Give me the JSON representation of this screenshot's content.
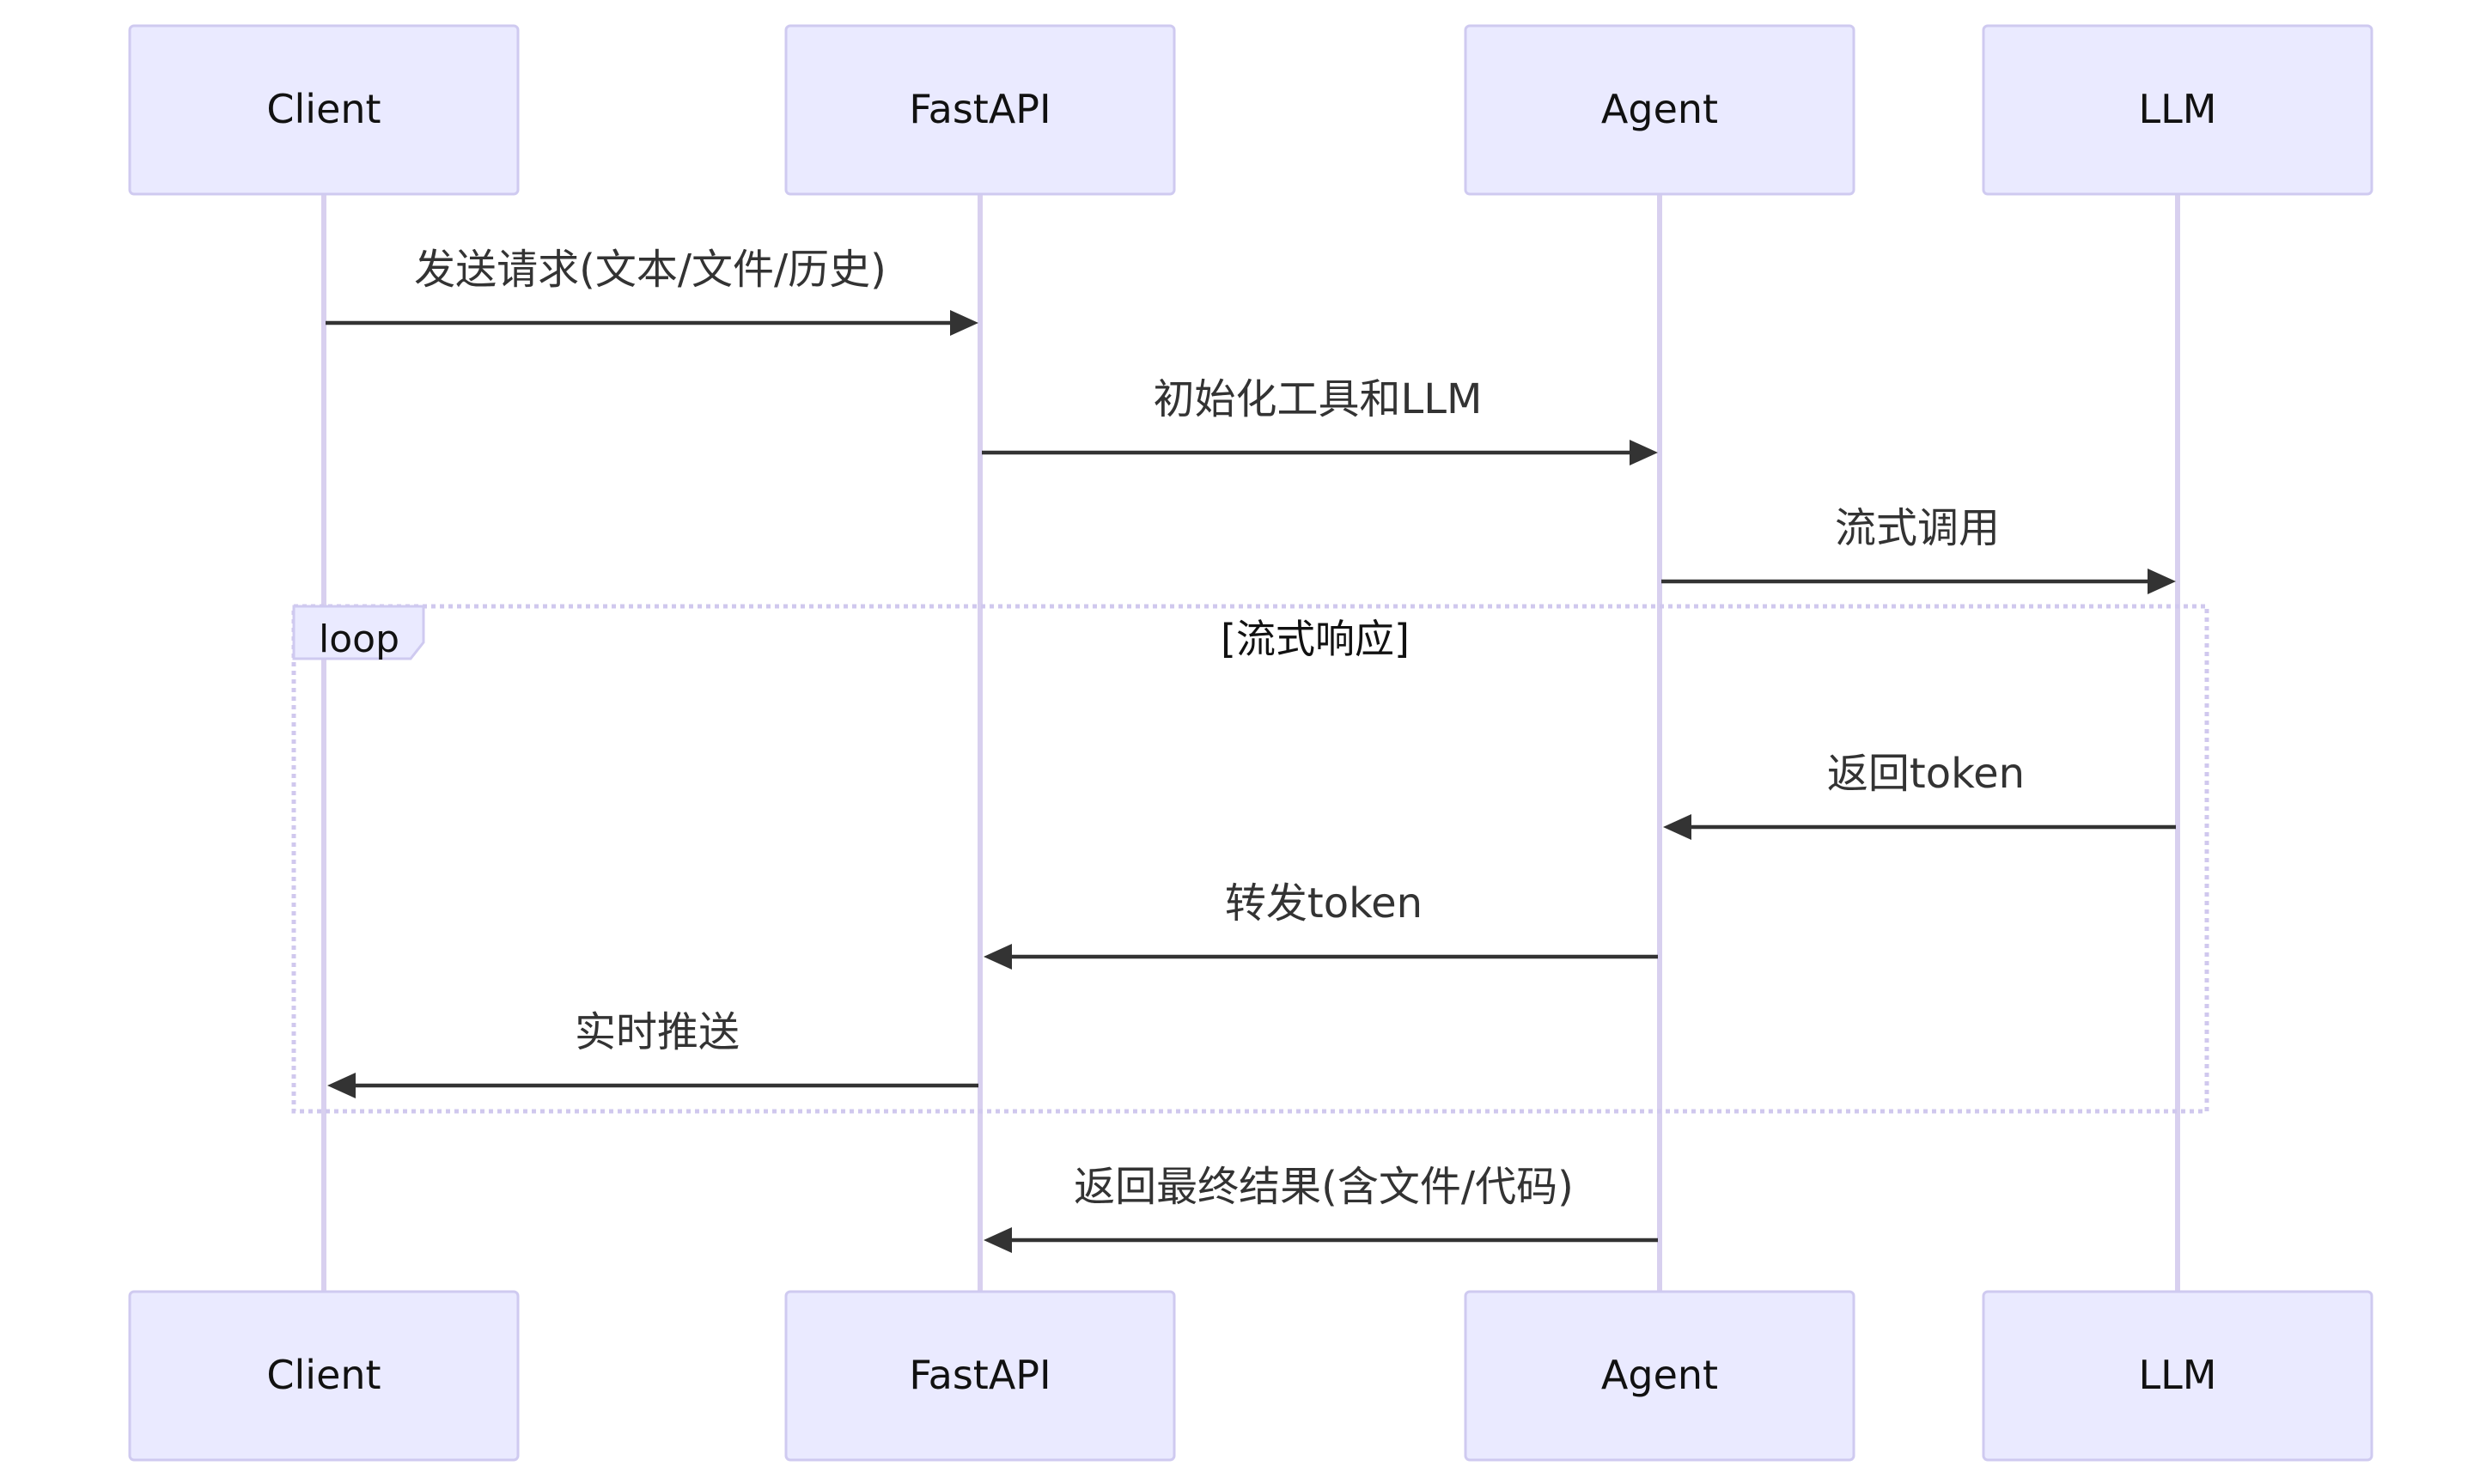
{
  "diagram": {
    "type": "sequence",
    "participants": [
      {
        "id": "client",
        "label": "Client"
      },
      {
        "id": "fastapi",
        "label": "FastAPI"
      },
      {
        "id": "agent",
        "label": "Agent"
      },
      {
        "id": "llm",
        "label": "LLM"
      }
    ],
    "messages": [
      {
        "from": "client",
        "to": "fastapi",
        "label": "发送请求(文本/文件/历史)"
      },
      {
        "from": "fastapi",
        "to": "agent",
        "label": "初始化工具和LLM"
      },
      {
        "from": "agent",
        "to": "llm",
        "label": "流式调用"
      },
      {
        "from": "llm",
        "to": "agent",
        "label": "返回token"
      },
      {
        "from": "agent",
        "to": "fastapi",
        "label": "转发token"
      },
      {
        "from": "fastapi",
        "to": "client",
        "label": "实时推送"
      },
      {
        "from": "agent",
        "to": "fastapi",
        "label": "返回最终结果(含文件/代码)"
      }
    ],
    "loop": {
      "label": "loop",
      "condition": "[流式响应]"
    }
  }
}
